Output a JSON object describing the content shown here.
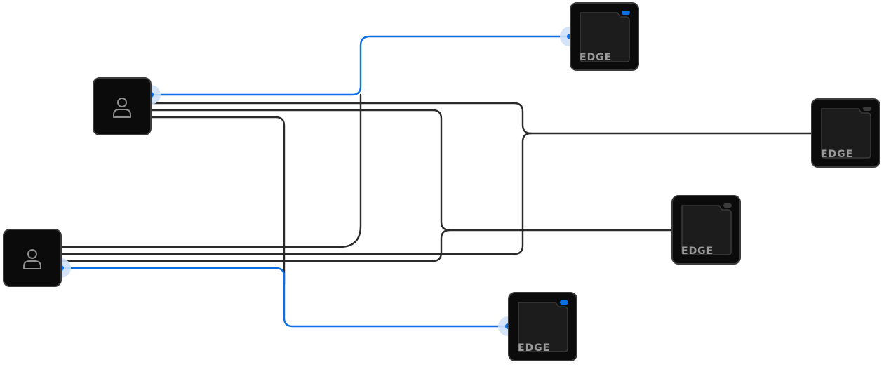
{
  "diagram": {
    "users": [
      {
        "id": "user-top",
        "icon": "user-icon"
      },
      {
        "id": "user-bottom",
        "icon": "user-icon"
      }
    ],
    "edge_devices": [
      {
        "id": "edge-top",
        "label": "EDGE",
        "status": "active"
      },
      {
        "id": "edge-right",
        "label": "EDGE",
        "status": "idle"
      },
      {
        "id": "edge-middle",
        "label": "EDGE",
        "status": "idle"
      },
      {
        "id": "edge-bottom",
        "label": "EDGE",
        "status": "active"
      }
    ],
    "connections": [
      {
        "from": "user-top",
        "to": "edge-top",
        "state": "active"
      },
      {
        "from": "user-top",
        "to": "edge-right",
        "state": "inactive"
      },
      {
        "from": "user-top",
        "to": "edge-middle",
        "state": "inactive"
      },
      {
        "from": "user-top",
        "to": "edge-bottom",
        "state": "inactive"
      },
      {
        "from": "user-bottom",
        "to": "edge-top",
        "state": "inactive"
      },
      {
        "from": "user-bottom",
        "to": "edge-right",
        "state": "inactive"
      },
      {
        "from": "user-bottom",
        "to": "edge-middle",
        "state": "inactive"
      },
      {
        "from": "user-bottom",
        "to": "edge-bottom",
        "state": "active"
      }
    ],
    "colors": {
      "active": "#0b6fe6",
      "inactive": "#2a2a2a",
      "halo": "#cfe0f7",
      "node": "#0b0b0b"
    }
  }
}
